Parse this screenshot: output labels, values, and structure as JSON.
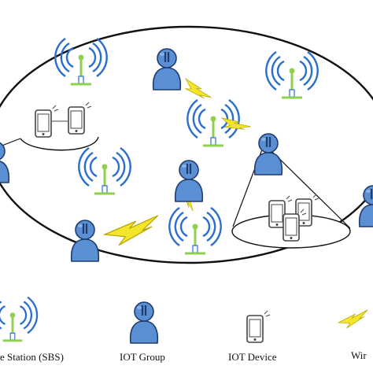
{
  "colors": {
    "sbs_green": "#8fd14f",
    "signal_blue": "#2a6ed0",
    "user_blue": "#5b8fd4",
    "user_dark": "#1f3c6e",
    "lightning_yellow": "#f2e52a",
    "device_gray": "#444444"
  },
  "legend": {
    "sbs_label": "e Station (SBS)",
    "iot_group_label": "IOT Group",
    "iot_device_label": "IOT Device",
    "wireless_label": "Wir"
  }
}
